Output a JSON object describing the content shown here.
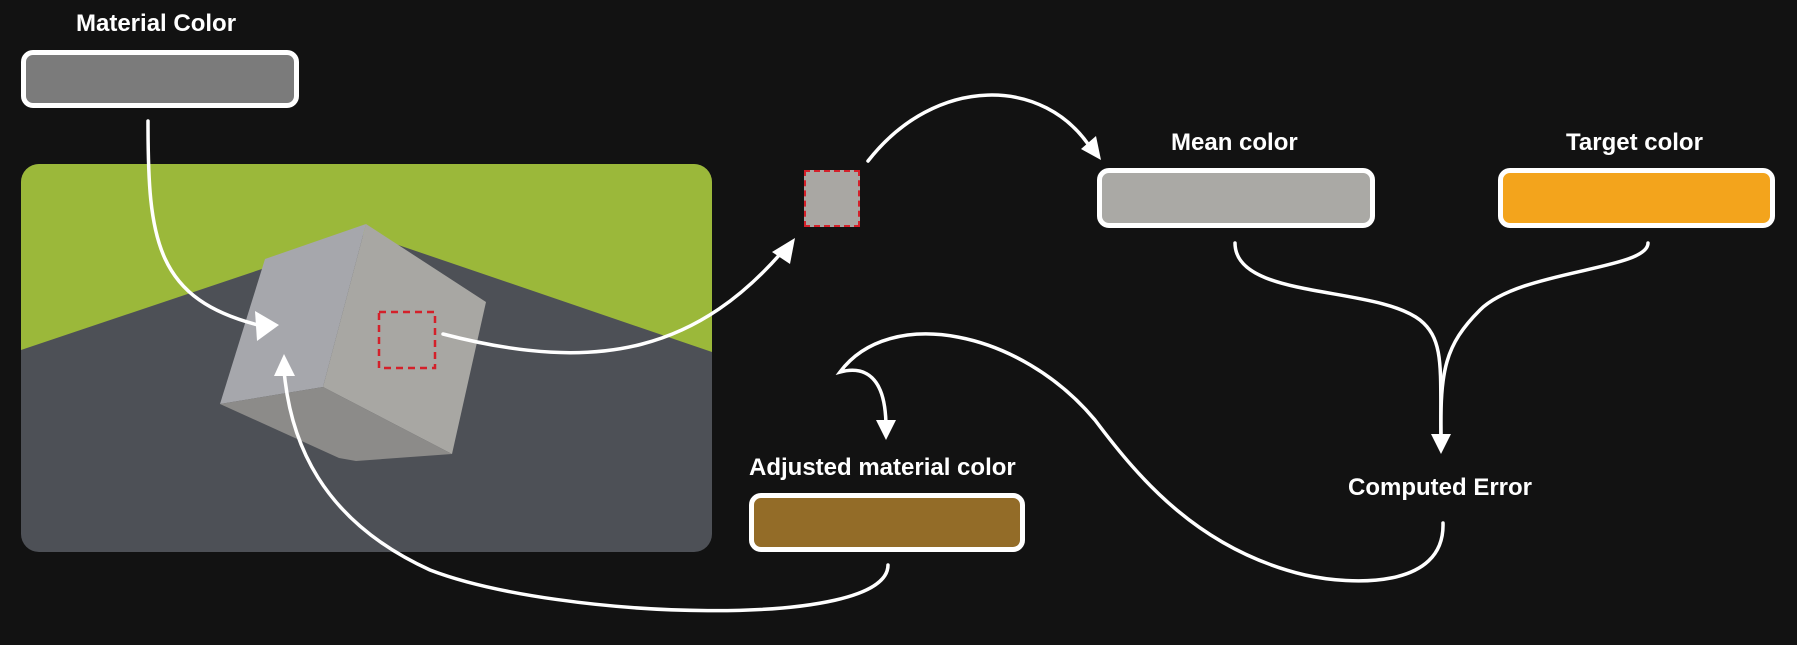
{
  "labels": {
    "material_color": "Material Color",
    "mean_color": "Mean color",
    "target_color": "Target color",
    "adjusted_material_color": "Adjusted material color",
    "computed_error": "Computed Error"
  },
  "colors": {
    "background": "#121212",
    "material": "#7b7b7b",
    "mean": "#aaa9a5",
    "target": "#f3a41c",
    "adjusted": "#936c28",
    "sample_patch": "#a9a7a3",
    "sample_outline": "#d4202a",
    "scene_sky": "#9bb83a",
    "scene_ground": "#4d5056",
    "cube_left": "#a6a7ac",
    "cube_right": "#a8a7a3",
    "cube_bottom": "#8c8b89",
    "arrow": "#ffffff"
  }
}
